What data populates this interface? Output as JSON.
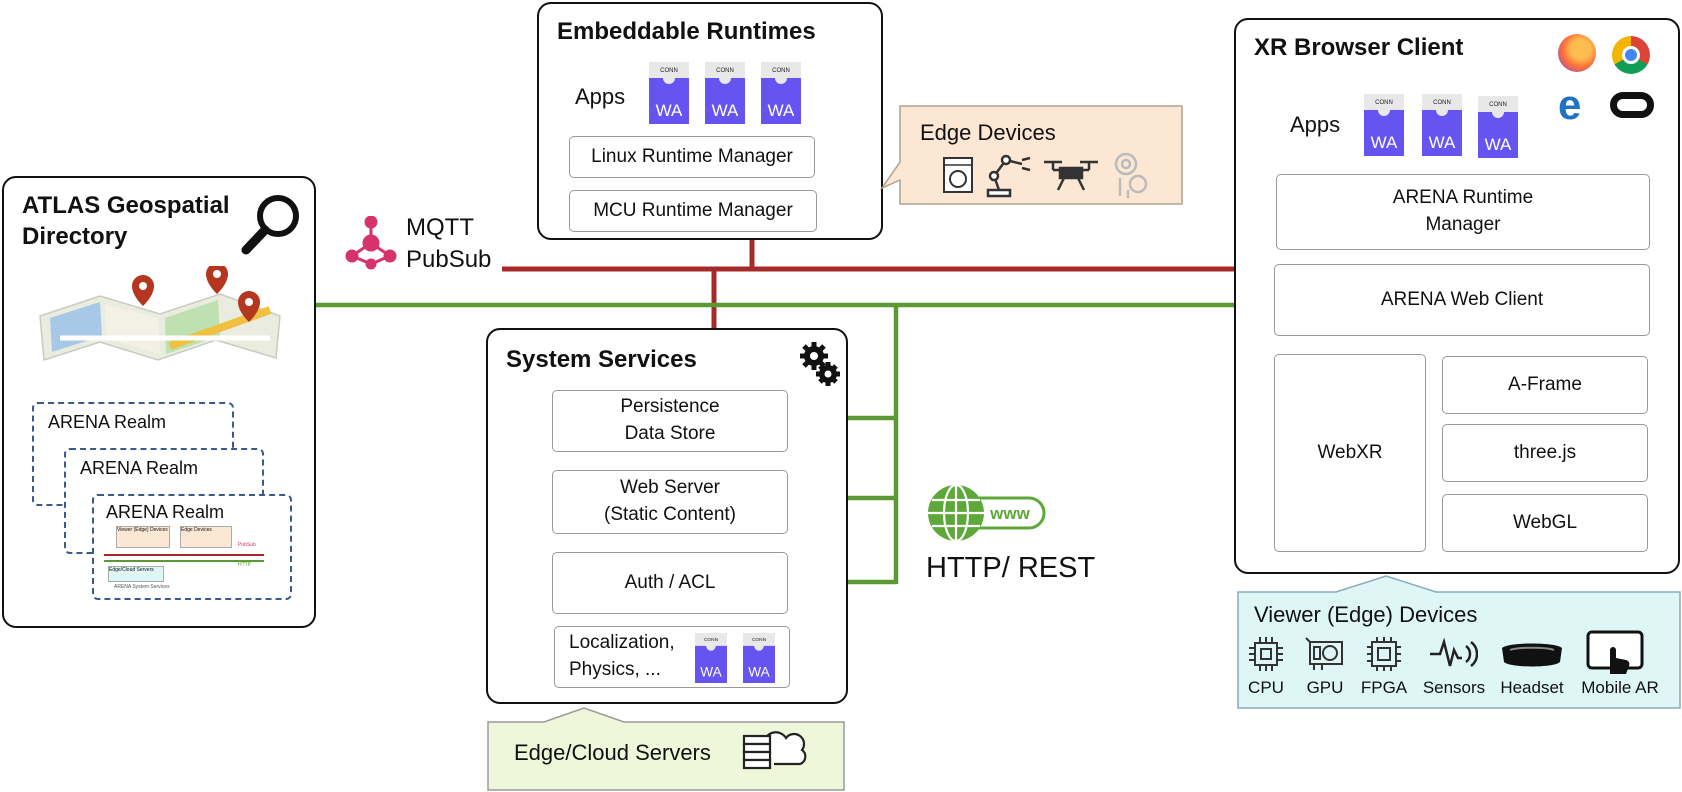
{
  "atlas": {
    "title_line1": "ATLAS Geospatial",
    "title_line2": "Directory",
    "realm_label": "ARENA Realm",
    "mini_labels": {
      "viewer": "Viewer (Edge) Devices",
      "edge": "Edge Devices",
      "pubsub": "PubSub",
      "http": "HTTP",
      "servers": "Edge/Cloud Servers",
      "services": "ARENA System Services"
    }
  },
  "mqtt": {
    "line1": "MQTT",
    "line2": "PubSub"
  },
  "http": {
    "label": "HTTP/ REST",
    "www": "www"
  },
  "wa_badge": {
    "top": "CONN",
    "text": "WA"
  },
  "embeddable": {
    "title": "Embeddable Runtimes",
    "apps_label": "Apps",
    "linux": "Linux Runtime Manager",
    "mcu": "MCU Runtime Manager"
  },
  "edge_devices": {
    "label": "Edge Devices"
  },
  "system_services": {
    "title": "System Services",
    "persistence_line1": "Persistence",
    "persistence_line2": "Data Store",
    "web_line1": "Web Server",
    "web_line2": "(Static Content)",
    "auth": "Auth / ACL",
    "loc_line1": "Localization,",
    "loc_line2": "Physics,  ..."
  },
  "edge_cloud": {
    "label": "Edge/Cloud Servers"
  },
  "xr": {
    "title": "XR Browser Client",
    "apps_label": "Apps",
    "runtime_line1": "ARENA Runtime",
    "runtime_line2": "Manager",
    "web_client": "ARENA Web Client",
    "webxr": "WebXR",
    "aframe": "A-Frame",
    "threejs": "three.js",
    "webgl": "WebGL"
  },
  "viewer_devices": {
    "title": "Viewer (Edge) Devices",
    "items": [
      "CPU",
      "GPU",
      "FPGA",
      "Sensors",
      "Headset",
      "Mobile AR"
    ]
  },
  "colors": {
    "mqtt_line": "#a52a2a",
    "http_line": "#5b9a32",
    "wa_purple": "#6654f0",
    "edge_bg": "#fbe7d3",
    "cloud_bg": "#eef7da",
    "viewer_bg": "#dff6f6",
    "mqtt_icon": "#d6336c",
    "globe": "#5ea83a"
  }
}
